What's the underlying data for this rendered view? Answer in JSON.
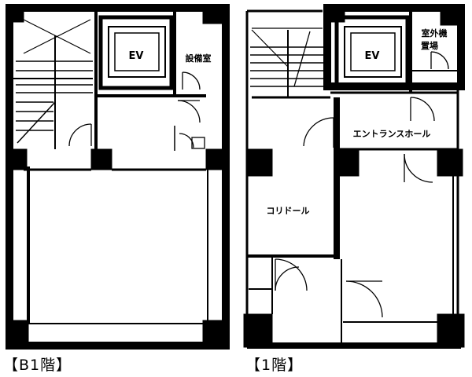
{
  "floors": {
    "b1": {
      "label": "【B1階】",
      "rooms": {
        "elevator": "EV",
        "electric_room": "設備室"
      }
    },
    "f1": {
      "label": "【1階】",
      "rooms": {
        "elevator": "EV",
        "outdoor_unit_line1": "室外機",
        "outdoor_unit_line2": "置場",
        "entrance_hall": "エントランスホール",
        "corridor": "コリドール"
      }
    }
  }
}
